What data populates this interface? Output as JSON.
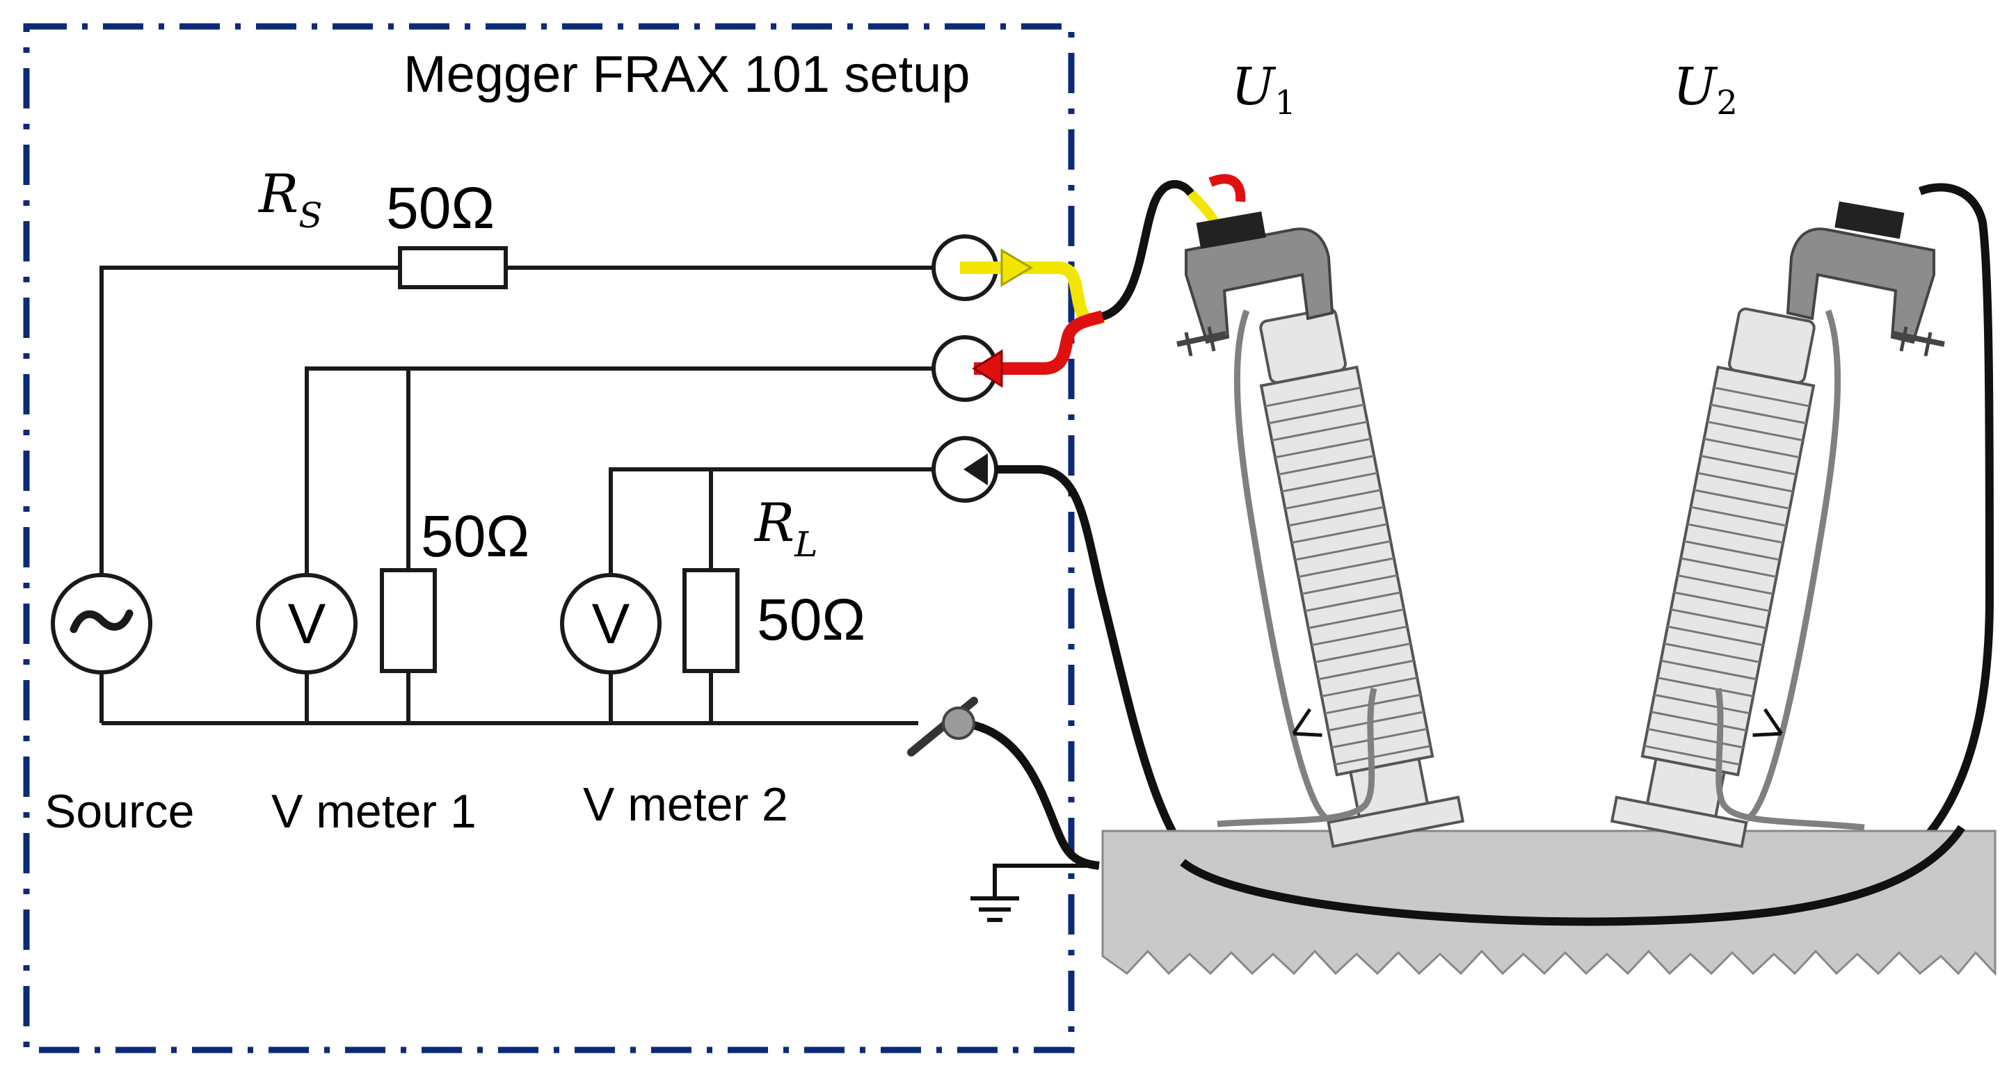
{
  "title": "Megger FRAX 101 setup",
  "labels": {
    "source": "Source",
    "vmeter1": "V meter 1",
    "vmeter2": "V meter 2",
    "rs_main": "R",
    "rs_sub": "S",
    "rl_main": "R",
    "rl_sub": "L",
    "u1_main": "U",
    "u1_sub": "1",
    "u2_main": "U",
    "u2_sub": "2",
    "res_rs": "50Ω",
    "res_v1": "50Ω",
    "res_rl": "50Ω",
    "source_symbol": "~",
    "v1_symbol": "V",
    "v2_symbol": "V"
  },
  "colors": {
    "frame": "#0b2a78",
    "wire": "#1a1a1a",
    "lead_yellow": "#f2e600",
    "lead_red": "#e01010",
    "ground_fill": "#c9c9c9",
    "bushing": "#e6e6e6",
    "clamp": "#8c8c8c"
  },
  "icons": [
    "ac-source-icon",
    "voltmeter-icon",
    "resistor-icon",
    "ground-icon",
    "terminal-icon",
    "bushing-icon",
    "clamp-icon"
  ]
}
